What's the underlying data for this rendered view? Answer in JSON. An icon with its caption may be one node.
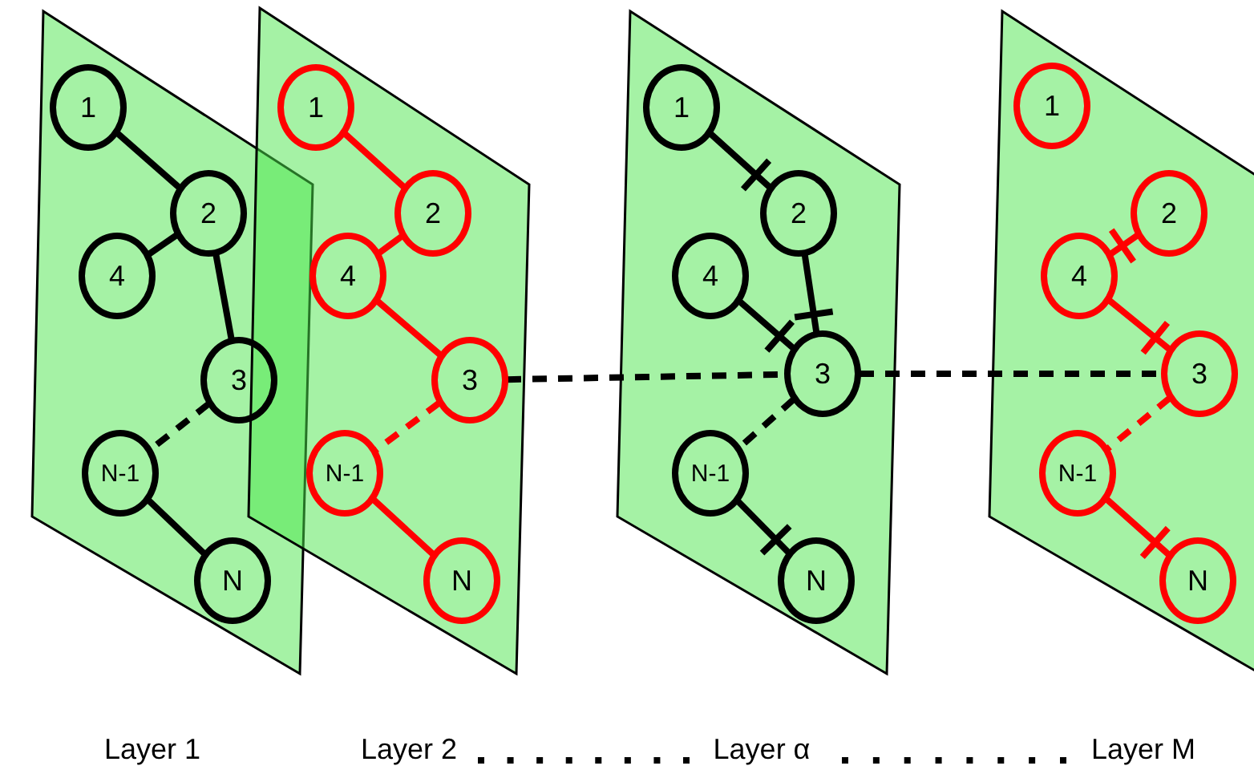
{
  "diagram": {
    "nodes": [
      {
        "text": [
          "Layer 1"
        ]
      },
      {
        "text": [
          "1"
        ],
        "in": 0
      },
      {
        "text": [
          "2"
        ],
        "in": 0
      },
      {
        "text": [
          "4"
        ],
        "in": 0
      },
      {
        "text": [
          "3"
        ],
        "in": 0
      },
      {
        "text": [
          "N-1"
        ],
        "in": 0
      },
      {
        "text": [
          "N"
        ],
        "in": 0
      },
      {
        "text": [
          "Layer 2"
        ]
      },
      {
        "text": [
          "1"
        ],
        "in": 7
      },
      {
        "text": [
          "2"
        ],
        "in": 7
      },
      {
        "text": [
          "4"
        ],
        "in": 7
      },
      {
        "text": [
          "3"
        ],
        "in": 7
      },
      {
        "text": [
          "N-1"
        ],
        "in": 7
      },
      {
        "text": [
          "N"
        ],
        "in": 7
      },
      {
        "text": [
          "Layer α"
        ]
      },
      {
        "text": [
          "1"
        ],
        "in": 14
      },
      {
        "text": [
          "2"
        ],
        "in": 14
      },
      {
        "text": [
          "4"
        ],
        "in": 14
      },
      {
        "text": [
          "3"
        ],
        "in": 14
      },
      {
        "text": [
          "N-1"
        ],
        "in": 14
      },
      {
        "text": [
          "N"
        ],
        "in": 14
      },
      {
        "text": [
          "Layer M"
        ]
      },
      {
        "text": [
          "1"
        ],
        "in": 21
      },
      {
        "text": [
          "2"
        ],
        "in": 21
      },
      {
        "text": [
          "4"
        ],
        "in": 21
      },
      {
        "text": [
          "3"
        ],
        "in": 21
      },
      {
        "text": [
          "N-1"
        ],
        "in": 21
      },
      {
        "text": [
          "N"
        ],
        "in": 21
      }
    ],
    "edges": [
      {
        "from": 1,
        "to": 2,
        "arrow": "none"
      },
      {
        "from": 2,
        "to": 3,
        "arrow": "none"
      },
      {
        "from": 2,
        "to": 4,
        "arrow": "none"
      },
      {
        "from": 4,
        "to": 5,
        "arrow": "none",
        "style": "dashed"
      },
      {
        "from": 5,
        "to": 6,
        "arrow": "none"
      },
      {
        "from": 8,
        "to": 9,
        "arrow": "none",
        "color": "#ff0000"
      },
      {
        "from": 9,
        "to": 10,
        "arrow": "none",
        "color": "#ff0000"
      },
      {
        "from": 10,
        "to": 11,
        "arrow": "none",
        "color": "#ff0000"
      },
      {
        "from": 11,
        "to": 12,
        "arrow": "none",
        "style": "dashed",
        "color": "#ff0000"
      },
      {
        "from": 12,
        "to": 13,
        "arrow": "none",
        "color": "#ff0000"
      },
      {
        "from": 15,
        "to": 16,
        "arrow": "other"
      },
      {
        "from": 16,
        "to": 18,
        "arrow": "other"
      },
      {
        "from": 17,
        "to": 18,
        "arrow": "other"
      },
      {
        "from": 18,
        "to": 19,
        "arrow": "none",
        "style": "dashed"
      },
      {
        "from": 19,
        "to": 20,
        "arrow": "other"
      },
      {
        "from": 24,
        "to": 23,
        "arrow": "other",
        "color": "#ff0000"
      },
      {
        "from": 24,
        "to": 25,
        "arrow": "other",
        "color": "#ff0000"
      },
      {
        "from": 25,
        "to": 26,
        "arrow": "none",
        "style": "dashed",
        "color": "#ff0000"
      },
      {
        "from": 26,
        "to": 27,
        "arrow": "other",
        "color": "#ff0000"
      },
      {
        "from": 11,
        "to": 18,
        "arrow": "none",
        "style": "dashed"
      },
      {
        "from": 18,
        "to": 25,
        "arrow": "none",
        "style": "dashed"
      }
    ]
  }
}
